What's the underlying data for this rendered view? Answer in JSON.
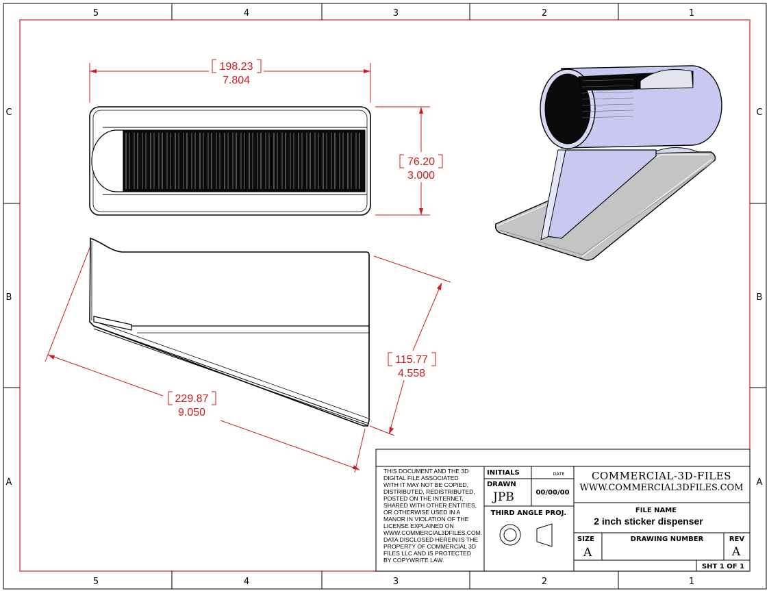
{
  "zones": {
    "columns": [
      "5",
      "4",
      "3",
      "2",
      "1"
    ],
    "rows": [
      "C",
      "B",
      "A"
    ]
  },
  "dimensions": {
    "top_width": {
      "mm": "198.23",
      "in": "7.804"
    },
    "top_height": {
      "mm": "76.20",
      "in": "3.000"
    },
    "side_height": {
      "mm": "115.77",
      "in": "4.558"
    },
    "side_length": {
      "mm": "229.87",
      "in": "9.050"
    }
  },
  "title_block": {
    "notice_lines": [
      "THIS DOCUMENT AND THE 3D",
      "DIGITAL FILE ASSOCIATED",
      "WITH IT MAY NOT BE COPIED,",
      "DISTRIBUTED, REDISTRIBUTED,",
      "POSTED ON THE INTERNET,",
      "SHARED WITH OTHER ENTITIES,",
      "OR OTHERWISE USED IN A",
      "MANOR IN VIOLATION OF THE",
      "LICENSE EXPLAINED ON",
      "WWW.COMMERCIAL3DFILES.COM.",
      "DATA DISCLOSED HEREIN IS THE",
      "PROPERTY OF COMMERCIAL 3D",
      "FILES LLC AND IS PROTECTED",
      "BY COPYWRITE LAW."
    ],
    "initials_label": "INITIALS",
    "date_label": "DATE",
    "drawn_label": "DRAWN",
    "drawn_value": "JPB",
    "date_value": "00/00/00",
    "projection_label": "THIRD ANGLE PROJ.",
    "company": "COMMERCIAL-3D-FILES",
    "website": "WWW.COMMERCIAL3DFILES.COM",
    "file_name_label": "FILE NAME",
    "file_name": "2 inch sticker dispenser",
    "size_label": "SIZE",
    "size_value": "A",
    "drawing_number_label": "DRAWING NUMBER",
    "rev_label": "REV",
    "rev_value": "A",
    "sheet": "SHT 1  OF 1"
  },
  "colors": {
    "border": "#d11a1a",
    "dimension": "#d11a1a",
    "part_fill_3d": "#c8c8f0",
    "base_fill_3d": "#c4c4c4"
  }
}
